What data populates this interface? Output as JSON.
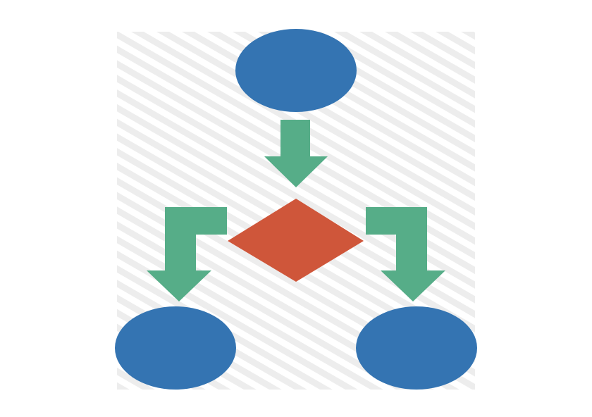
{
  "flowchart_icon": {
    "colors": {
      "background": "#ffffff",
      "hatch_pattern": "#ededed",
      "node": "#3474b2",
      "decision": "#cf563a",
      "arrow": "#56ad88"
    },
    "nodes": [
      {
        "id": "start",
        "shape": "ellipse"
      },
      {
        "id": "decision",
        "shape": "diamond"
      },
      {
        "id": "left-outcome",
        "shape": "ellipse"
      },
      {
        "id": "right-outcome",
        "shape": "ellipse"
      }
    ],
    "edges": [
      {
        "from": "start",
        "to": "decision",
        "icon": "arrow-down-icon"
      },
      {
        "from": "decision",
        "to": "left-outcome",
        "icon": "elbow-arrow-left-down-icon"
      },
      {
        "from": "decision",
        "to": "right-outcome",
        "icon": "elbow-arrow-right-down-icon"
      }
    ]
  }
}
